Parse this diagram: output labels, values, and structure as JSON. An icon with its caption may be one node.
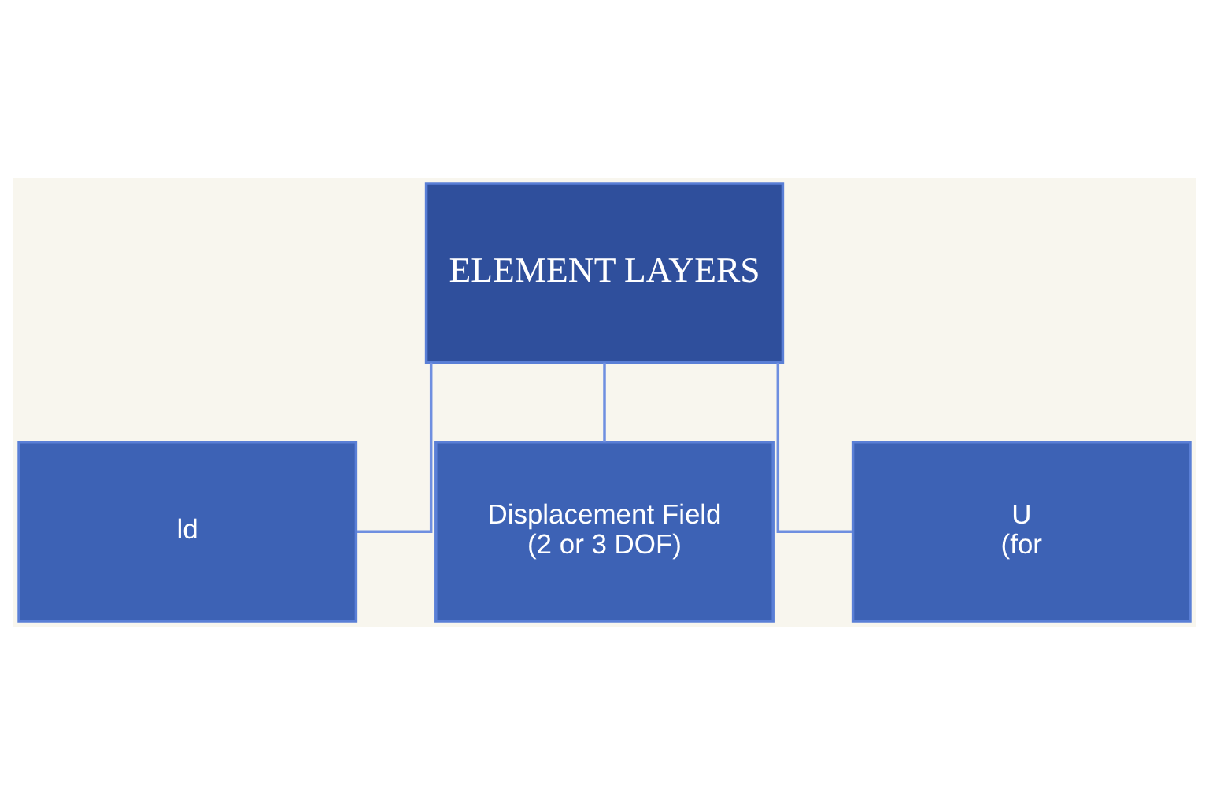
{
  "diagram": {
    "nodes": [
      {
        "text": [
          "ELEMENT LAYERS"
        ]
      },
      {
        "text": [
          "ld"
        ]
      },
      {
        "text": [
          "Displacement Field",
          "(2 or 3 DOF)"
        ]
      },
      {
        "text": [
          "U",
          "(for"
        ]
      }
    ],
    "edges": [
      {
        "from": 0,
        "to": 1,
        "arrow": "none"
      },
      {
        "from": 0,
        "to": 2,
        "arrow": "none"
      },
      {
        "from": 0,
        "to": 3,
        "arrow": "none"
      }
    ]
  }
}
